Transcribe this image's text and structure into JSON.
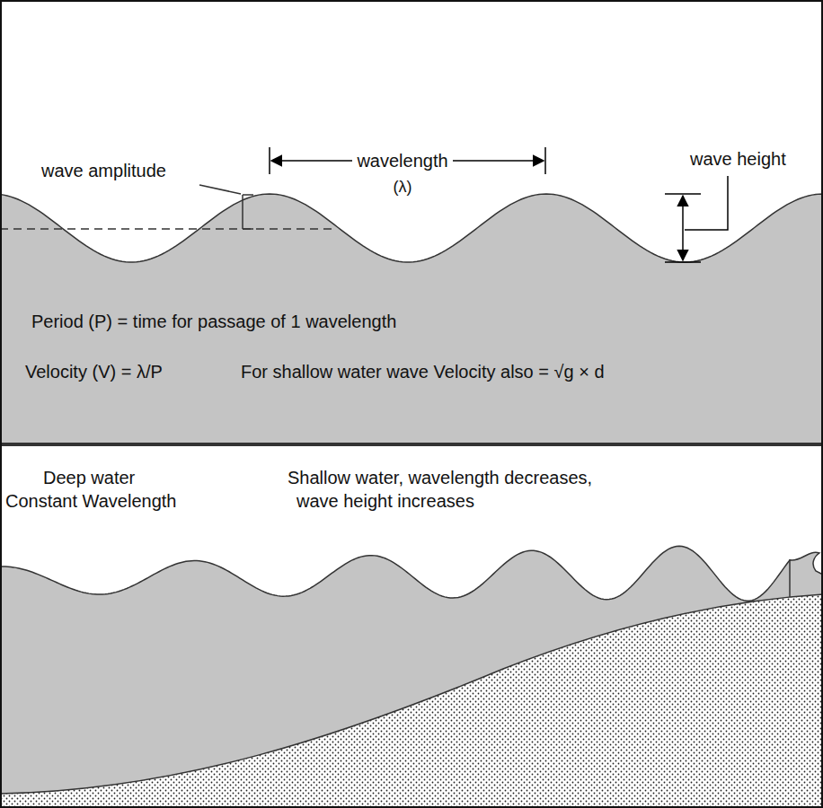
{
  "diagram": {
    "labels": [
      "wave amplitude",
      "wavelength",
      "(λ)",
      "wave height",
      "Period (P) = time for passage of 1 wavelength",
      "Velocity (V) = λ/P",
      "For shallow water wave Velocity also = √g × d",
      "Deep water",
      "Constant Wavelength",
      "Shallow water, wavelength decreases,",
      "wave height increases"
    ]
  }
}
